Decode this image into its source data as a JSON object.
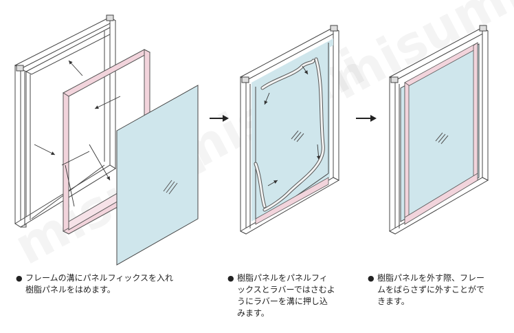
{
  "watermark": "misumi",
  "colors": {
    "frame": "#ffffff",
    "frame_stroke": "#4a4a4a",
    "fix_rubber": "#f2d4dc",
    "panel": "#cfe6ec",
    "panel_stroke": "#444444"
  },
  "steps": [
    {
      "caption_lines": [
        "フレームの溝にパネルフィックスを入れ",
        "樹脂パネルをはめます。"
      ]
    },
    {
      "caption_lines": [
        "樹脂パネルをパネルフィ",
        "ックスとラバーではさむよ",
        "うにラバーを溝に押し込",
        "みます。"
      ]
    },
    {
      "caption_lines": [
        "樹脂パネルを外す際、フレー",
        "ムをばらさずに外すことがで",
        "きます。"
      ]
    }
  ],
  "bullet_symbol": "●",
  "arrow_symbol": "→"
}
